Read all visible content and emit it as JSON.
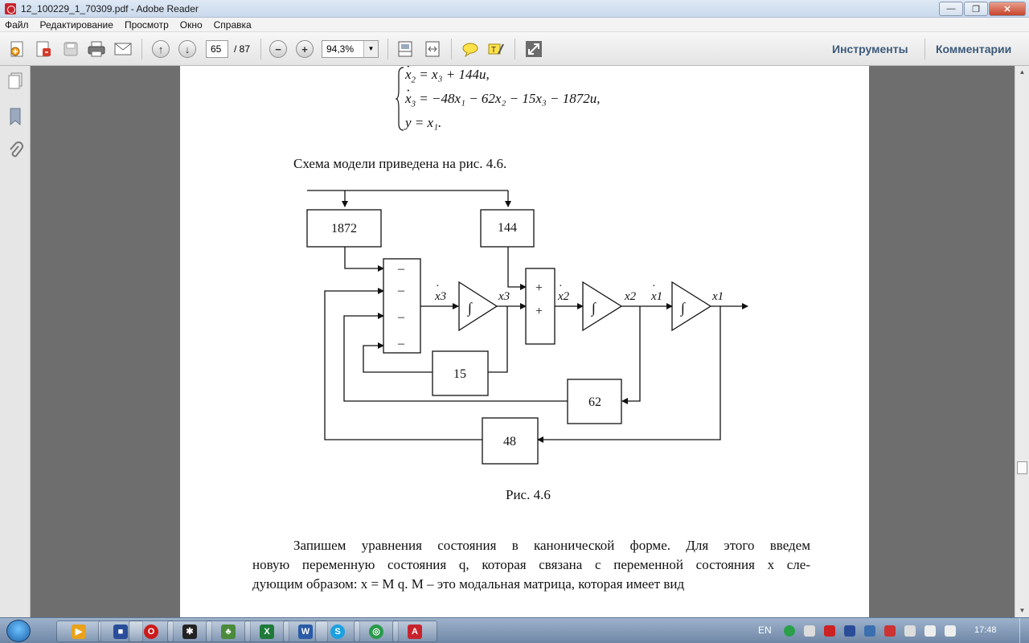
{
  "window": {
    "title": "12_100229_1_70309.pdf - Adobe Reader",
    "minimize": "—",
    "restore": "❐",
    "close": "✕"
  },
  "menu": [
    "Файл",
    "Редактирование",
    "Просмотр",
    "Окно",
    "Справка"
  ],
  "toolbar": {
    "page_current": "65",
    "page_total": "/ 87",
    "zoom": "94,3%",
    "tools_label": "Инструменты",
    "comments_label": "Комментарии"
  },
  "document": {
    "equations": {
      "eq1": {
        "lhs": "x",
        "sub": "2",
        "rhs": "= x₃ + 144u,"
      },
      "eq2": {
        "lhs": "x",
        "sub": "3",
        "rhs": "= −48x₁ − 62x₂ − 15x₃ − 1872u,"
      },
      "eq3": {
        "lhs": "y",
        "rhs": "= x₁."
      }
    },
    "intro": "Схема модели приведена на рис. 4.6.",
    "diagram": {
      "gain_u3": "1872",
      "gain_u2": "144",
      "gain_15": "15",
      "gain_62": "62",
      "gain_48": "48",
      "sum1_signs": [
        "–",
        "–",
        "–",
        "–"
      ],
      "sum2_signs": [
        "+",
        "+"
      ],
      "sig_x3dot": "x3",
      "sig_x3": "x3",
      "sig_x2dot": "x2",
      "sig_x2": "x2",
      "sig_x1dot": "x1",
      "sig_x1": "x1"
    },
    "caption": "Рис. 4.6",
    "paragraph": [
      "Запишем уравнения состояния в канонической форме. Для этого введем",
      "новую переменную состояния q, которая связана с переменной состояния x сле-",
      "дующим образом: x = M q. M – это модальная матрица, которая имеет вид"
    ]
  },
  "taskbar": {
    "lang": "EN",
    "time": "17:48"
  },
  "colors": {
    "accent": "#3b5a7a",
    "pdf_red": "#c8232c"
  }
}
